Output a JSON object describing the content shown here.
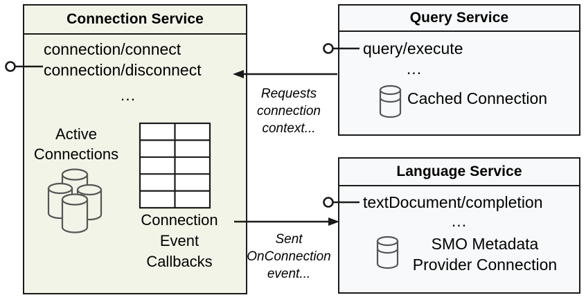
{
  "diagram": {
    "type": "component-architecture",
    "title_hidden": true,
    "colors": {
      "connection_service_fill": "#f2f4e8",
      "service_fill": "#f8f9fa",
      "stroke": "#1a1a1a",
      "icon_stroke": "#555555"
    }
  },
  "components": {
    "connection_service": {
      "title": "Connection Service",
      "interfaces": [
        "connection/connect",
        "connection/disconnect"
      ],
      "more": "...",
      "stores": [
        {
          "label_lines": [
            "Active",
            "Connections"
          ],
          "icon": "database-cluster-icon"
        },
        {
          "label_lines": [
            "Connection",
            "Event",
            "Callbacks"
          ],
          "icon": "table-grid-icon",
          "grid_rows": 5,
          "grid_cols": 2
        }
      ],
      "lollipop": "provided-interface-lollipop"
    },
    "query_service": {
      "title": "Query Service",
      "interfaces": [
        "query/execute"
      ],
      "more": "...",
      "stores": [
        {
          "label_lines": [
            "Cached Connection"
          ],
          "icon": "database-cylinder-icon"
        }
      ],
      "lollipop": "provided-interface-lollipop"
    },
    "language_service": {
      "title": "Language Service",
      "interfaces": [
        "textDocument/completion"
      ],
      "more": "...",
      "stores": [
        {
          "label_lines": [
            "SMO Metadata",
            "Provider Connection"
          ],
          "icon": "database-cylinder-icon"
        }
      ],
      "lollipop": "provided-interface-lollipop"
    }
  },
  "connectors": [
    {
      "id": "query-to-connection",
      "from": "query_service",
      "to": "connection_service",
      "direction": "left",
      "label_lines": [
        "Requests",
        "connection",
        "context..."
      ],
      "style": "italic"
    },
    {
      "id": "connection-to-language",
      "from": "connection_service",
      "to": "language_service",
      "direction": "right",
      "label_lines": [
        "Sent",
        "OnConnection",
        "event..."
      ],
      "style": "italic"
    }
  ]
}
